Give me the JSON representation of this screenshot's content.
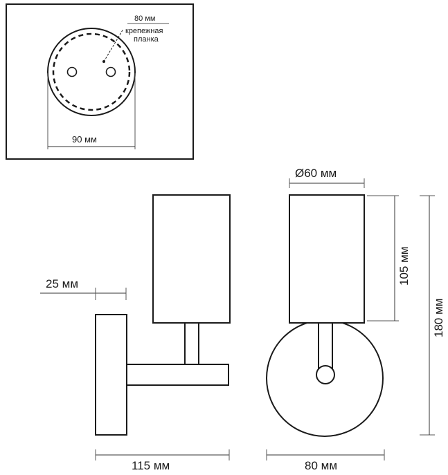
{
  "inset": {
    "labels": {
      "inner_diameter": "80 мм",
      "mount_plate_line1": "крепежная",
      "mount_plate_line2": "планка",
      "base_diameter": "90 мм"
    }
  },
  "side_view": {
    "labels": {
      "plate_thickness": "25 мм",
      "depth": "115 мм"
    }
  },
  "front_view": {
    "labels": {
      "shade_diameter": "Ø60 мм",
      "shade_height": "105 мм",
      "total_height": "180 мм",
      "base_width": "80 мм"
    }
  }
}
